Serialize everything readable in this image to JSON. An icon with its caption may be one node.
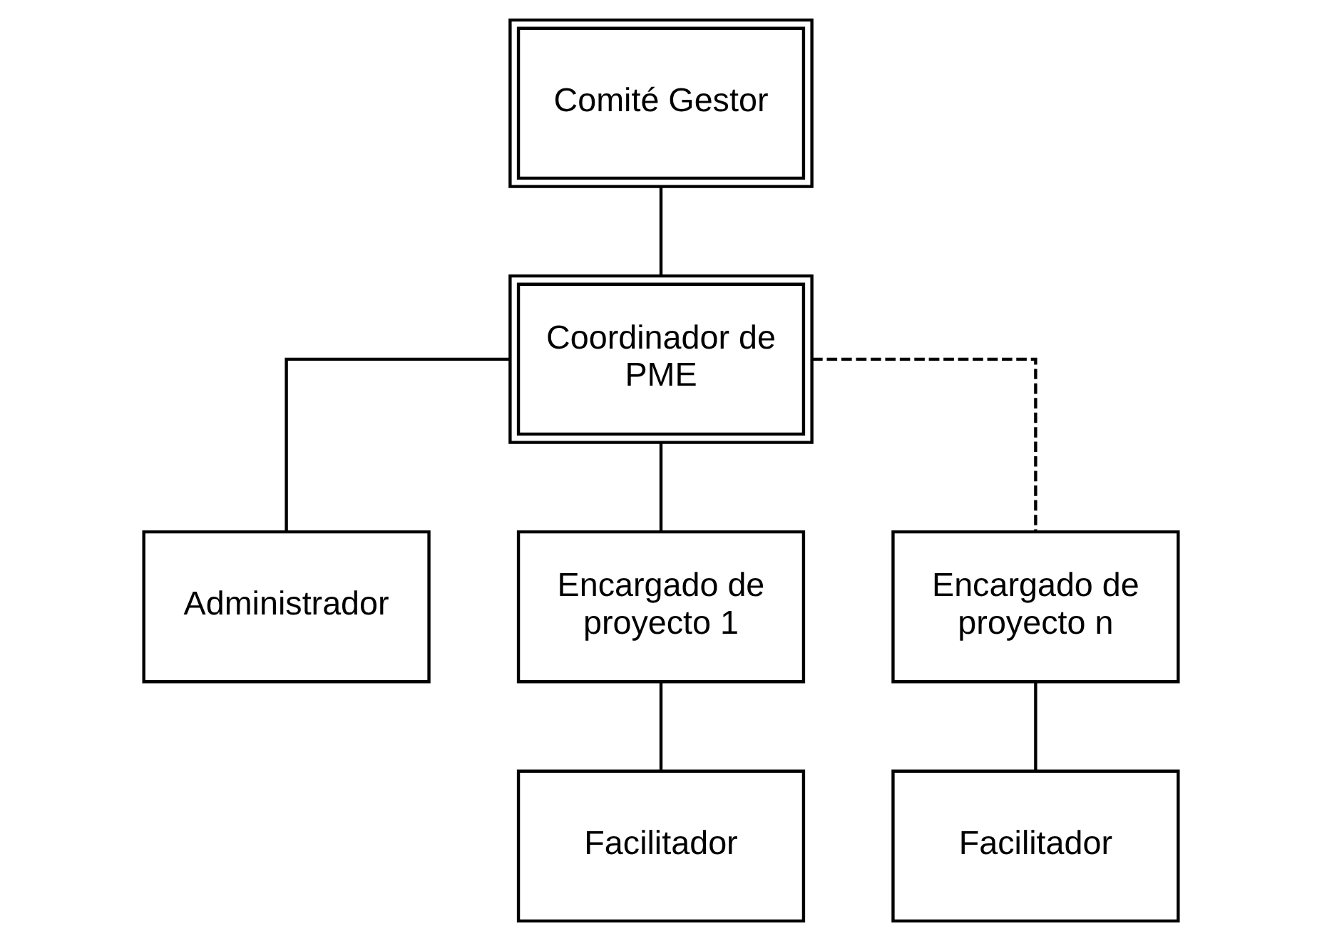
{
  "diagram": {
    "nodes": [
      {
        "text": [
          "Comité Gestor"
        ]
      },
      {
        "text": [
          "Coordinador de PME"
        ]
      },
      {
        "text": [
          "Administrador"
        ]
      },
      {
        "text": [
          "Encargado de proyecto 1"
        ]
      },
      {
        "text": [
          "Encargado de proyecto n"
        ]
      },
      {
        "text": [
          "Facilitador"
        ]
      },
      {
        "text": [
          "Facilitador"
        ]
      }
    ],
    "edges": [
      {
        "from": 0,
        "to": 1,
        "arrow": "none"
      },
      {
        "from": 1,
        "to": 2,
        "arrow": "none"
      },
      {
        "from": 1,
        "to": 3,
        "arrow": "none"
      },
      {
        "from": 1,
        "to": 4,
        "arrow": "none",
        "style": "dashed"
      },
      {
        "from": 3,
        "to": 5,
        "arrow": "none"
      },
      {
        "from": 4,
        "to": 6,
        "arrow": "none"
      }
    ]
  }
}
